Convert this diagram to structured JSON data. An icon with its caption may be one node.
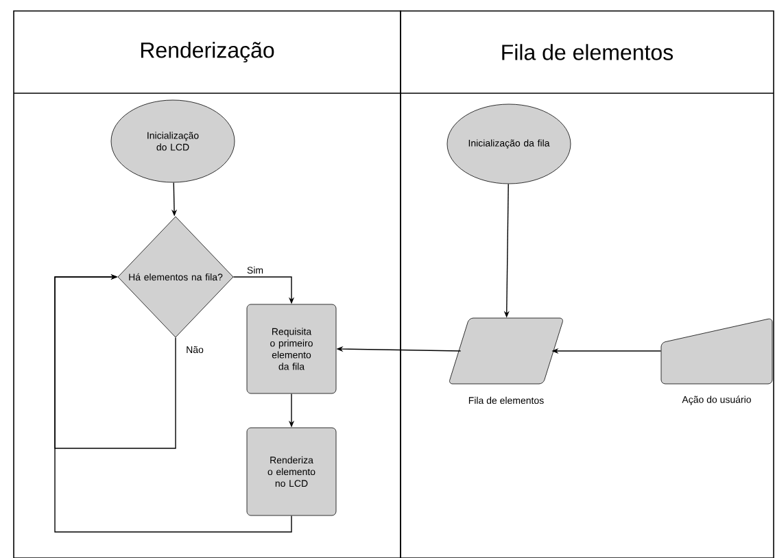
{
  "diagram": {
    "nodes": [
      {
        "text": [
          "Renderização"
        ]
      },
      {
        "text": [
          "Fila de elementos"
        ]
      },
      {
        "text": [
          "Inicialização do LCD"
        ],
        "in": 0
      },
      {
        "text": [
          "Há elementos na fila?"
        ],
        "in": 0
      },
      {
        "text": [
          "Requisita o primeiro elemento da fila"
        ],
        "in": 0
      },
      {
        "text": [
          "Renderiza o elemento no LCD"
        ],
        "in": 0
      },
      {
        "text": [
          "Inicialização da fila"
        ],
        "in": 1
      },
      {
        "text": [],
        "shape": "parallelogram",
        "beside": [
          "Fila de elementos"
        ],
        "in": 1
      },
      {
        "text": [],
        "shape": "trapezoid",
        "beside": [
          "Ação do usuário"
        ],
        "in": 1
      }
    ],
    "edges": [
      {
        "from": 2,
        "to": 3,
        "arrow": "to"
      },
      {
        "from": 3,
        "to": 4,
        "arrow": "to",
        "label": "Sim"
      },
      {
        "from": 3,
        "to": 3,
        "arrow": "to",
        "label": "Não"
      },
      {
        "from": 4,
        "to": 5,
        "arrow": "to"
      },
      {
        "from": 5,
        "to": 3,
        "arrow": "to"
      },
      {
        "from": 6,
        "to": 7,
        "arrow": "to"
      },
      {
        "from": 8,
        "to": 7,
        "arrow": "to"
      },
      {
        "from": 7,
        "to": 4,
        "arrow": "to"
      }
    ]
  }
}
